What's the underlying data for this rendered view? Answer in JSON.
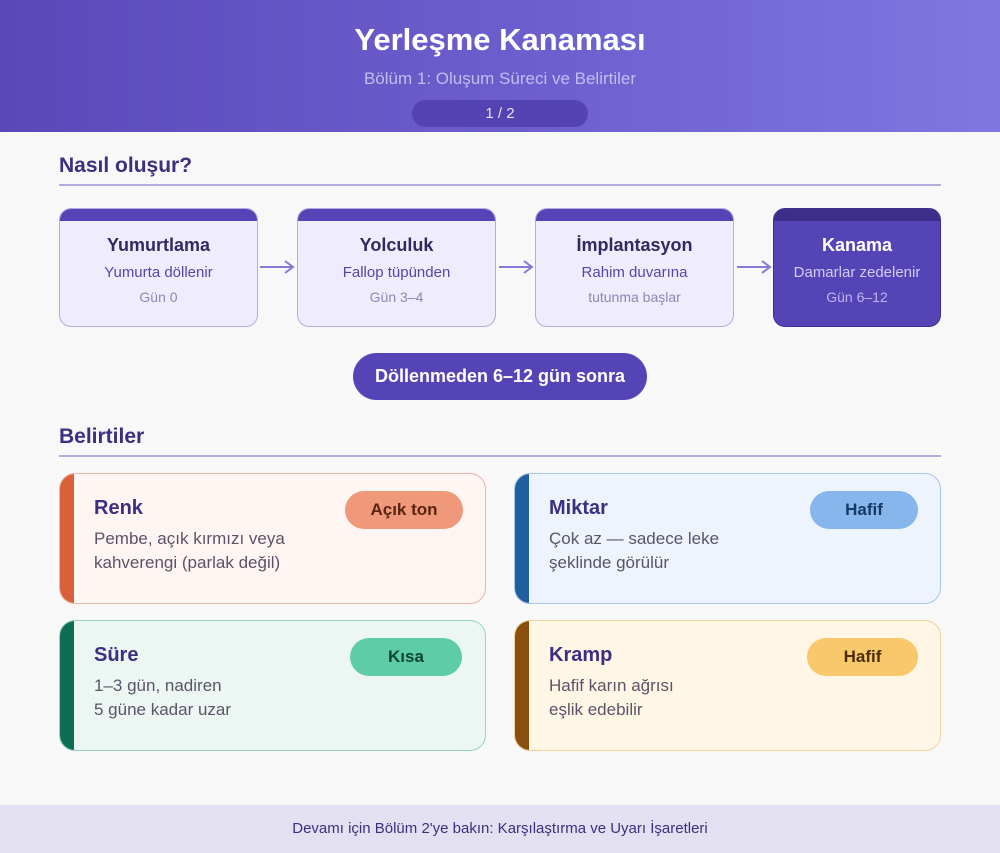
{
  "header": {
    "title": "Yerleşme Kanaması",
    "subtitle": "Bölüm 1: Oluşum Süreci ve Belirtiler",
    "pager": "1 / 2"
  },
  "process": {
    "heading": "Nasıl oluşur?",
    "steps": [
      {
        "title": "Yumurtlama",
        "desc": "Yumurta döllenir",
        "note": "Gün 0"
      },
      {
        "title": "Yolculuk",
        "desc": "Fallop tüpünden",
        "note": "Gün 3–4"
      },
      {
        "title": "İmplantasyon",
        "desc": "Rahim duvarına",
        "note": "tutunma başlar"
      },
      {
        "title": "Kanama",
        "desc": "Damarlar zedelenir",
        "note": "Gün 6–12"
      }
    ],
    "timing_pill": "Döllenmeden 6–12 gün sonra"
  },
  "symptoms": {
    "heading": "Belirtiler",
    "cards": [
      {
        "title": "Renk",
        "line1": "Pembe, açık kırmızı veya",
        "line2": "kahverengi (parlak değil)",
        "badge": "Açık ton"
      },
      {
        "title": "Miktar",
        "line1": "Çok az — sadece leke",
        "line2": "şeklinde görülür",
        "badge": "Hafif"
      },
      {
        "title": "Süre",
        "line1": "1–3 gün, nadiren",
        "line2": "5 güne kadar uzar",
        "badge": "Kısa"
      },
      {
        "title": "Kramp",
        "line1": "Hafif karın ağrısı",
        "line2": "eşlik edebilir",
        "badge": "Hafif"
      }
    ]
  },
  "colors": {
    "accent": "#5544b6",
    "renk": "#d9603a",
    "miktar": "#1f5fa0",
    "sure": "#0e6e55",
    "kramp": "#8a4e0d"
  },
  "footer": {
    "text": "Devamı için Bölüm 2'ye bakın: Karşılaştırma ve Uyarı İşaretleri"
  }
}
